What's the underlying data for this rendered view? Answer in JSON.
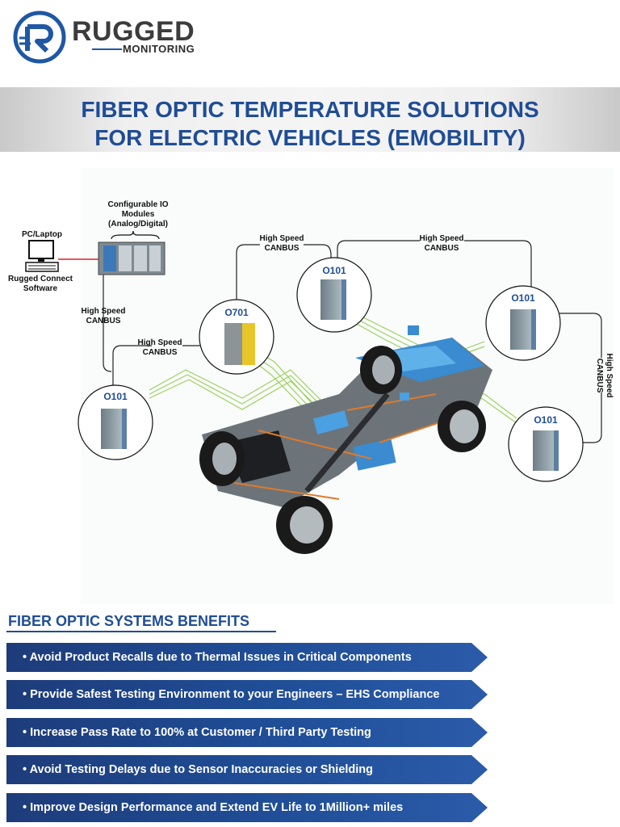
{
  "brand": {
    "name": "RUGGED",
    "subtitle": "MONITORING",
    "colors": {
      "primary": "#1f4d96",
      "dark": "#3c3c3c"
    }
  },
  "banner": {
    "title_line1": "FIBER OPTIC TEMPERATURE SOLUTIONS",
    "title_line2": "FOR ELECTRIC VEHICLES (EMOBILITY)"
  },
  "diagram": {
    "io_modules_label": [
      "Configurable IO",
      "Modules",
      "(Analog/Digital)"
    ],
    "pc_label": "PC/Laptop",
    "software_label": [
      "Rugged Connect",
      "Software"
    ],
    "canbus_label": [
      "High Speed",
      "CANBUS"
    ],
    "devices": {
      "o701": "O701",
      "o101": "O101"
    }
  },
  "benefits": {
    "title": "FIBER OPTIC SYSTEMS BENEFITS",
    "items": [
      "• Avoid Product Recalls due to Thermal Issues in Critical Components",
      "• Provide Safest Testing Environment to your Engineers – EHS Compliance",
      "• Increase Pass Rate to 100% at Customer / Third Party Testing",
      "• Avoid Testing Delays due to Sensor Inaccuracies or Shielding",
      "• Improve Design Performance and Extend EV Life to 1Million+ miles"
    ]
  }
}
